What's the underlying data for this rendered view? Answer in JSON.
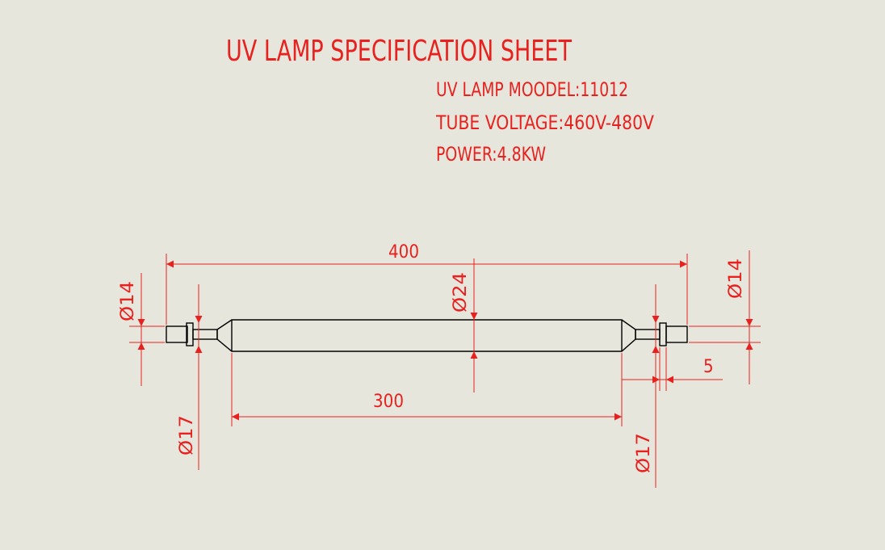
{
  "sheet": {
    "title": "UV LAMP SPECIFICATION SHEET",
    "specs": [
      {
        "label": "UV LAMP MOODEL",
        "value": "11012"
      },
      {
        "label": "TUBE VOLTAGE",
        "value": "460V-480V"
      },
      {
        "label": "POWER",
        "value": "4.8KW"
      }
    ],
    "separator": ":"
  },
  "dimensions": {
    "overall_length": "400",
    "tube_length": "300",
    "tube_diameter": "Ø24",
    "left_end_diameter": "Ø14",
    "right_end_diameter": "Ø14",
    "left_collar_diameter": "Ø17",
    "right_collar_diameter": "Ø17",
    "collar_width": "5"
  },
  "colors": {
    "background": "#e7e6dc",
    "annotation": "#e8211f",
    "outline": "#000000"
  }
}
